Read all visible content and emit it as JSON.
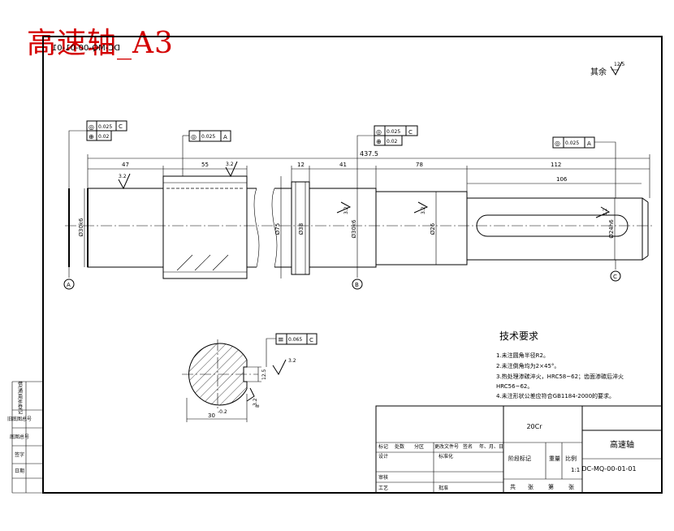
{
  "stamp": "高速轴_A3",
  "mirrored_code": "DC-MQ-00-01-01",
  "roughness_rest": {
    "label": "其余",
    "value": "12.5"
  },
  "tolerance_frames": {
    "a_left": {
      "sym1": "◎",
      "val1": "0.025",
      "ref1": "C",
      "sym2": "⊕",
      "val2": "0.02"
    },
    "gear": {
      "sym": "◎",
      "val": "0.025",
      "ref": "A"
    },
    "b_mid": {
      "sym1": "◎",
      "val1": "0.025",
      "ref1": "C",
      "sym2": "⊕",
      "val2": "0.02"
    },
    "right": {
      "sym": "◎",
      "val": "0.025",
      "ref": "A"
    },
    "keyway": {
      "sym": "≡",
      "val": "0.065",
      "ref": "C"
    }
  },
  "dimensions": {
    "total": "437.5",
    "d47": "47",
    "d55": "55",
    "d12": "12",
    "d41": "41",
    "d78": "78",
    "d112": "112",
    "d106": "106",
    "dia_a": "Ø30k6",
    "dia_gear": "Ø75",
    "dia_collar": "Ø38",
    "dia_b": "Ø30k6",
    "dia_mid": "Ø26",
    "dia_end": "Ø24h6",
    "sec_dia": "30",
    "sec_dia_tol": "-0.2",
    "key_depth": "12.5",
    "key_width": "8"
  },
  "roughness_marks": [
    "3.2",
    "3.2",
    "3.2",
    "3.2",
    "3.2",
    "3.2",
    "3.2"
  ],
  "datums": [
    "A",
    "B",
    "C"
  ],
  "tech_req": {
    "title": "技术要求",
    "items": [
      "1.未注圆角半径R2。",
      "2.未注倒角均为2×45°。",
      "3.热处理渗碳淬火，HRC58~62；齿面渗碳后淬火",
      "HRC56~62。",
      "4.未注形状公差应符合GB1184-2000的要求。"
    ]
  },
  "title_block": {
    "material": "20Cr",
    "part_name": "高速轴",
    "drawing_no": "DC-MQ-00-01-01",
    "scale": "1:1",
    "stage_label": "阶段标记",
    "weight": "重量",
    "scale_label": "比例",
    "row1": [
      "标记",
      "处数",
      "分区",
      "更改文件号",
      "签名",
      "年、月、日"
    ],
    "designer": "设计",
    "standard": "标准化",
    "reviewer": "审核",
    "process": "工艺",
    "approve": "批准",
    "sheets": [
      "共",
      "张",
      "第",
      "张"
    ]
  },
  "side_labels": [
    "借(通)用件登记",
    "旧底图总号",
    "底图总号",
    "签字",
    "日期"
  ]
}
